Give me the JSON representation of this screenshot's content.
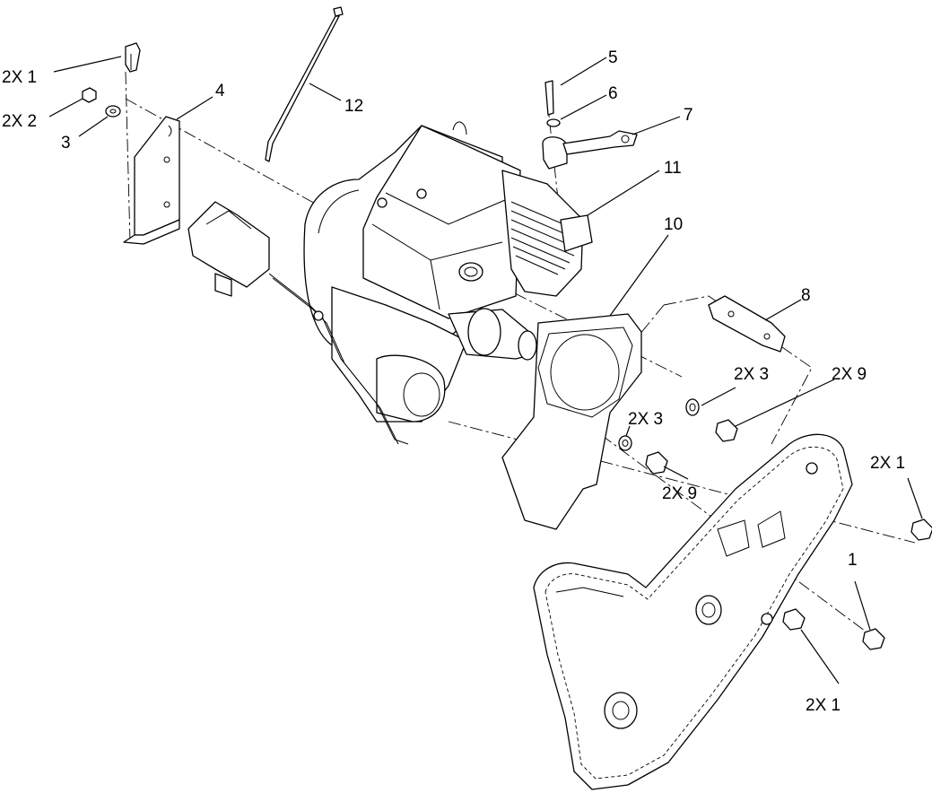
{
  "diagram": {
    "callouts": [
      {
        "id": "c-2x1-topleft",
        "text": "2X 1"
      },
      {
        "id": "c-2x2",
        "text": "2X 2"
      },
      {
        "id": "c-3-left",
        "text": "3"
      },
      {
        "id": "c-4",
        "text": "4"
      },
      {
        "id": "c-12",
        "text": "12"
      },
      {
        "id": "c-5",
        "text": "5"
      },
      {
        "id": "c-6",
        "text": "6"
      },
      {
        "id": "c-7",
        "text": "7"
      },
      {
        "id": "c-11",
        "text": "11"
      },
      {
        "id": "c-10",
        "text": "10"
      },
      {
        "id": "c-8",
        "text": "8"
      },
      {
        "id": "c-2x3-upper",
        "text": "2X 3"
      },
      {
        "id": "c-2x9-upper",
        "text": "2X 9"
      },
      {
        "id": "c-2x3-lower",
        "text": "2X 3"
      },
      {
        "id": "c-2x9-lower",
        "text": "2X 9"
      },
      {
        "id": "c-2x1-right",
        "text": "2X 1"
      },
      {
        "id": "c-1",
        "text": "1"
      },
      {
        "id": "c-2x1-bottom",
        "text": "2X 1"
      }
    ]
  }
}
